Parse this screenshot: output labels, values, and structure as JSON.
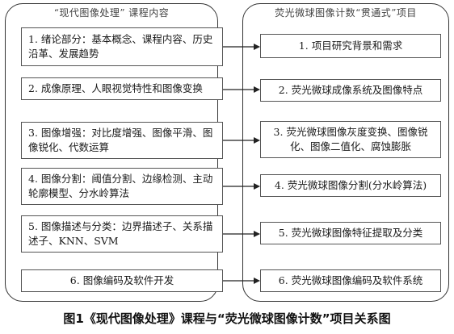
{
  "left_panel": {
    "title": "“现代图像处理” 课程内容",
    "items": [
      "1. 绪论部分：基本概念、课程内容、历史沿革、发展趋势",
      "2. 成像原理、人眼视觉特性和图像变换",
      "3. 图像增强：对比度增强、图像平滑、图像锐化、代数运算",
      "4. 图像分割：阈值分割、边缘检测、主动轮廓模型、分水岭算法",
      "5. 图像描述与分类：边界描述子、关系描述子、KNN、SVM",
      "6. 图像编码及软件开发"
    ]
  },
  "right_panel": {
    "title": "荧光微球图像计数“贯通式”项目",
    "items": [
      "1. 项目研究背景和需求",
      "2. 荧光微球成像系统及图像特点",
      "3. 荧光微球图像灰度变换、图像锐化、图像二值化、腐蚀膨胀",
      "4. 荧光微球图像分割(分水岭算法)",
      "5. 荧光微球图像特征提取及分类",
      "6. 荧光微球图像编码及软件系统"
    ]
  },
  "caption": "图1《现代图像处理》课程与“荧光微球图像计数”项目关系图"
}
